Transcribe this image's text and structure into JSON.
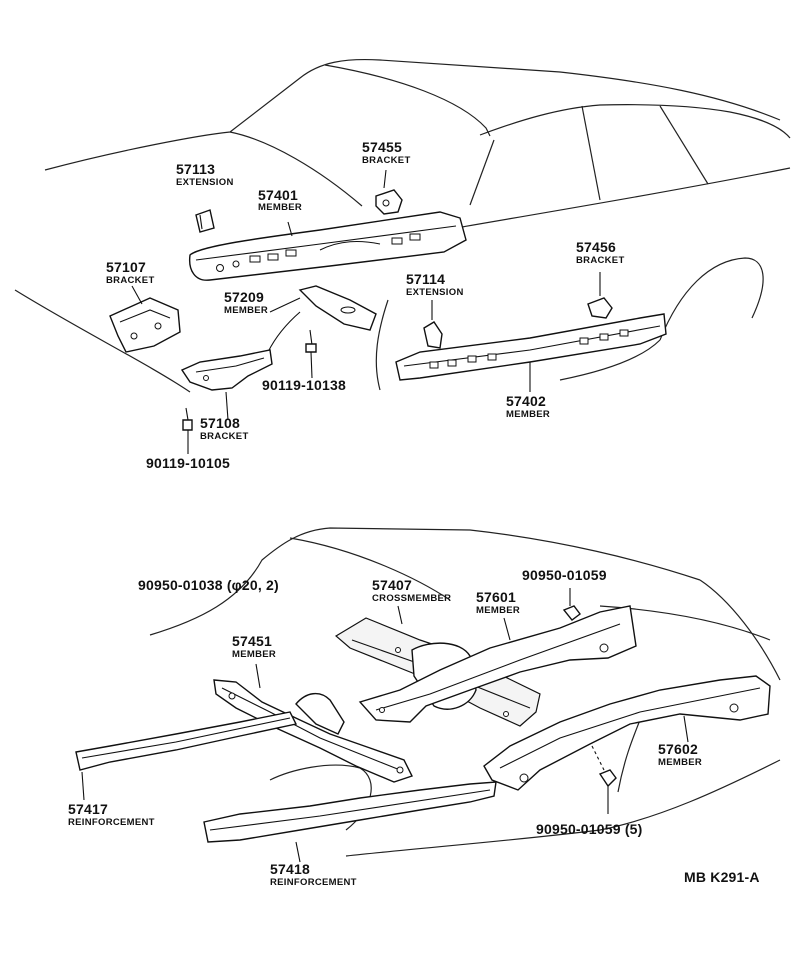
{
  "diagram_code": "MB K291-A",
  "parts": [
    {
      "id": "p57113",
      "number": "57113",
      "name": "EXTENSION"
    },
    {
      "id": "p57455",
      "number": "57455",
      "name": "BRACKET"
    },
    {
      "id": "p57401",
      "number": "57401",
      "name": "MEMBER"
    },
    {
      "id": "p57107",
      "number": "57107",
      "name": "BRACKET"
    },
    {
      "id": "p57456",
      "number": "57456",
      "name": "BRACKET"
    },
    {
      "id": "p57209",
      "number": "57209",
      "name": "MEMBER"
    },
    {
      "id": "p57114",
      "number": "57114",
      "name": "EXTENSION"
    },
    {
      "id": "p90119_10138",
      "number": "90119-10138",
      "name": ""
    },
    {
      "id": "p57402",
      "number": "57402",
      "name": "MEMBER"
    },
    {
      "id": "p57108",
      "number": "57108",
      "name": "BRACKET"
    },
    {
      "id": "p90119_10105",
      "number": "90119-10105",
      "name": ""
    },
    {
      "id": "p90950_01038",
      "number": "90950-01038 (φ20, 2)",
      "name": ""
    },
    {
      "id": "p57407",
      "number": "57407",
      "name": "CROSSMEMBER"
    },
    {
      "id": "p90950_01059a",
      "number": "90950-01059",
      "name": ""
    },
    {
      "id": "p57601",
      "number": "57601",
      "name": "MEMBER"
    },
    {
      "id": "p57451",
      "number": "57451",
      "name": "MEMBER"
    },
    {
      "id": "p57602",
      "number": "57602",
      "name": "MEMBER"
    },
    {
      "id": "p57417",
      "number": "57417",
      "name": "REINFORCEMENT"
    },
    {
      "id": "p90950_01059b",
      "number": "90950-01059 (5)",
      "name": ""
    },
    {
      "id": "p57418",
      "number": "57418",
      "name": "REINFORCEMENT"
    }
  ]
}
